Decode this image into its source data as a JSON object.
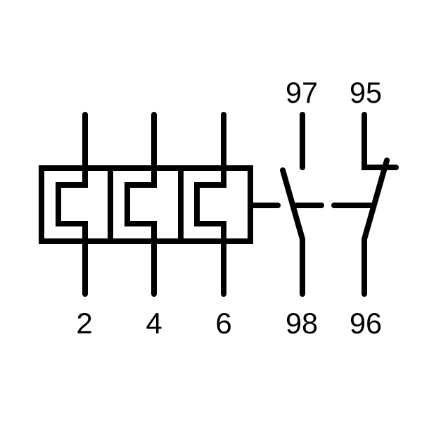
{
  "diagram": {
    "type": "thermal overload relay symbol",
    "color": "#000000",
    "terminals_top": [
      "97",
      "95"
    ],
    "terminals_bottom": [
      "2",
      "4",
      "6",
      "98",
      "96"
    ]
  }
}
